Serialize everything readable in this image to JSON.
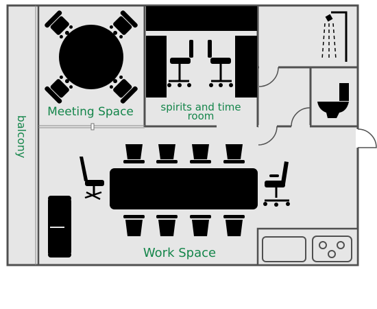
{
  "labels": {
    "meeting_space": "Meeting Space",
    "spirits_line1": "spirits and time",
    "spirits_line2": "room",
    "balcony": "balcony",
    "work_space": "Work Space"
  },
  "colors": {
    "label_green": "#14854a",
    "floor": "#e6e6e6",
    "wall": "#505050",
    "furniture": "#000000"
  },
  "icons": {
    "round_table": "round-table-icon",
    "office_chair": "office-chair-icon",
    "conference_table": "conference-table-icon",
    "sofa": "sofa-icon",
    "toilet": "toilet-icon",
    "shower": "shower-icon",
    "sink": "sink-icon",
    "stove": "stove-icon"
  }
}
